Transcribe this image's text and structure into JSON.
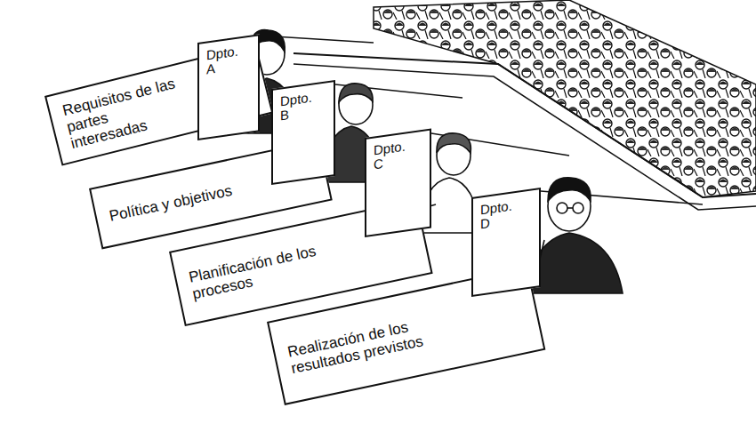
{
  "diagram": {
    "nodes": [
      {
        "text": [
          "Dpto. A"
        ]
      },
      {
        "text": [
          "Requisitos de las partes interesadas"
        ]
      },
      {
        "text": [
          "Dpto. B"
        ]
      },
      {
        "text": [
          "Política y objetivos"
        ]
      },
      {
        "text": [
          "Dpto. C"
        ]
      },
      {
        "text": [
          "Planificación de los procesos"
        ]
      },
      {
        "text": [
          "Dpto. D"
        ]
      },
      {
        "text": [
          "Realización de los resultados previstos"
        ]
      }
    ]
  }
}
